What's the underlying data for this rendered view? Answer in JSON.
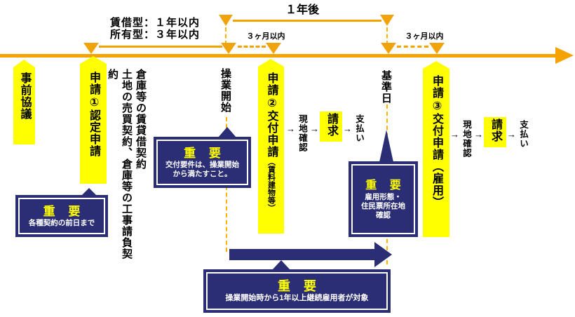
{
  "colors": {
    "orange": "#F5A300",
    "dash_orange": "#FFB300",
    "yellow": "#FFFF00",
    "navy": "#2B2E74",
    "white": "#FFFFFF",
    "black": "#000000"
  },
  "timeline": {
    "year_later": "１年後",
    "rental": "賃借型：１年以内",
    "owned": "所有型：３年以内",
    "three_months_a": "３ヶ月以内",
    "three_months_b": "３ヶ月以内"
  },
  "milestones": {
    "prior": "事前協議",
    "app1": "申請①認定申請",
    "app2_main": "申請②交付申請",
    "app2_sub": "（賃料建物等）",
    "app3": "申請③交付申請（雇用）",
    "operation_start": "操業開始",
    "base_date": "基準日"
  },
  "contracts": [
    "倉庫等の賃貸借契約",
    "土地の売買契約、倉庫等の工事請負契約"
  ],
  "flow": {
    "arrow": "→",
    "site_check": "現地確認",
    "claim": "請求",
    "payment": "支払い"
  },
  "important": [
    {
      "title": "重 要",
      "lines": [
        "各種契約の前日まで"
      ]
    },
    {
      "title": "重 要",
      "lines": [
        "交付要件は、操業開始",
        "から満たすこと。"
      ]
    },
    {
      "title": "重 要",
      "lines": [
        "雇用形態・",
        "住民票所在地",
        "確認"
      ]
    },
    {
      "title": "重 要",
      "lines": [
        "操業開始時から1年以上継続雇用者が対象"
      ]
    }
  ]
}
